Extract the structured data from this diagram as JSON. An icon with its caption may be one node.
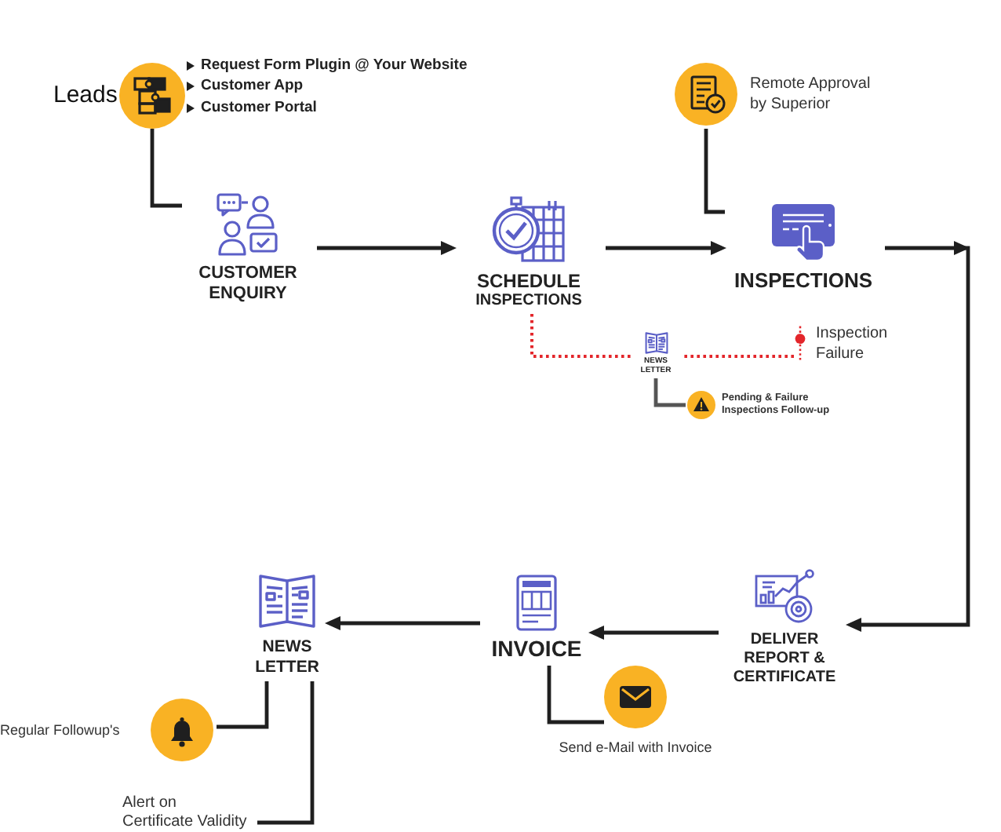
{
  "diagram": {
    "nodes": [
      {
        "text": [
          "Leads"
        ]
      },
      {
        "text": [
          "CUSTOMER ENQUIRY"
        ]
      },
      {
        "text": [
          "SCHEDULE",
          "INSPECTIONS"
        ]
      },
      {
        "text": [
          "INSPECTIONS"
        ]
      },
      {
        "text": [
          "Remote Approval by Superior"
        ]
      },
      {
        "text": [
          "DELIVER REPORT & CERTIFICATE"
        ]
      },
      {
        "text": [
          "INVOICE"
        ]
      },
      {
        "text": [
          "NEWS LETTER"
        ]
      },
      {
        "text": [
          "Send e-Mail with Invoice"
        ]
      },
      {
        "text": [
          "Regular Followup's"
        ]
      },
      {
        "text": [
          "Alert on Certificate Validity"
        ]
      },
      {
        "text": [
          "NEWS LETTER"
        ]
      },
      {
        "text": [
          "Inspection Failure"
        ]
      },
      {
        "text": [
          "Pending & Failure Inspections Follow-up"
        ]
      }
    ],
    "edges": [
      {
        "from": 0,
        "to": 1,
        "arrow": "none"
      },
      {
        "from": 1,
        "to": 2,
        "arrow": "to"
      },
      {
        "from": 2,
        "to": 3,
        "arrow": "to"
      },
      {
        "from": 4,
        "to": 3,
        "arrow": "none"
      },
      {
        "from": 3,
        "to": 5,
        "arrow": "to"
      },
      {
        "from": 5,
        "to": 6,
        "arrow": "to"
      },
      {
        "from": 6,
        "to": 7,
        "arrow": "to"
      },
      {
        "from": 8,
        "to": 6,
        "arrow": "none"
      },
      {
        "from": 9,
        "to": 7,
        "arrow": "none"
      },
      {
        "from": 10,
        "to": 7,
        "arrow": "none"
      },
      {
        "from": 2,
        "to": 11,
        "arrow": "none",
        "style": "dashed",
        "color": "#e3262b"
      },
      {
        "from": 12,
        "to": 11,
        "arrow": "none",
        "style": "dashed",
        "color": "#e3262b"
      },
      {
        "from": 11,
        "to": 13,
        "arrow": "none",
        "color": "#555555"
      }
    ],
    "labels": [
      "Request Form Plugin @ Your Website",
      "Customer App",
      "Customer Portal"
    ]
  }
}
